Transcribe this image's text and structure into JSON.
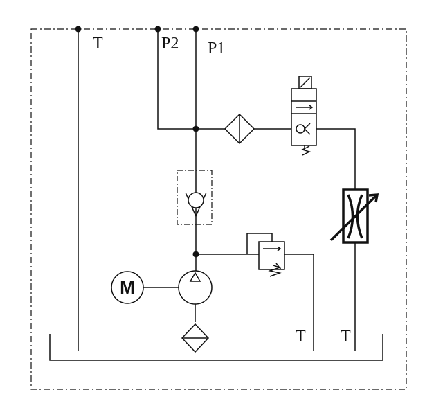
{
  "ports": {
    "tank_top": "T",
    "pressure_2": "P2",
    "pressure_1": "P1",
    "tank_relief": "T",
    "tank_throttle": "T"
  },
  "motor": {
    "label": "M"
  }
}
